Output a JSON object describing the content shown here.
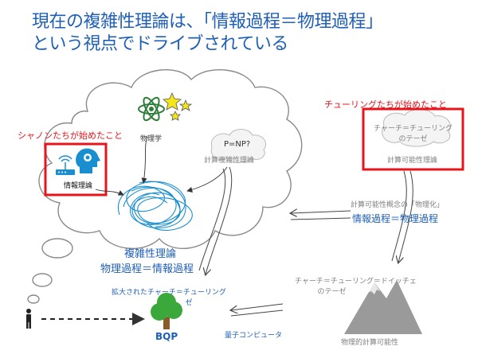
{
  "title": {
    "line1": "現在の複雑性理論は、「情報過程＝物理過程」",
    "line2": "という視点でドライブされている"
  },
  "labels": {
    "shannon": "シャノンたちが始めたこと",
    "turing": "チューリングたちが始めたこと",
    "physics": "物理学",
    "info_theory": "情報理論",
    "pnp": "P=NP?",
    "comp_complexity": "計算複雑性理論",
    "church_turing_line1": "チャーチ＝チューリング",
    "church_turing_line2": "のテーゼ",
    "computability": "計算可能性理論",
    "physicalization": "計算可能性概念の「物理化」",
    "info_eq_phys": "情報過程＝物理過程",
    "complexity_main": "複雑性理論",
    "phys_eq_info": "物理過程＝情報過程",
    "ext_ct_line1": "拡大されたチャーチ＝チューリング",
    "ext_ct_line2": "ゼ",
    "bqp": "BQP",
    "ctd_line1": "チャーチ＝チューリング＝ドイッチェ",
    "ctd_line2": "のテーゼ",
    "quantum_computer": "量子コンピュータ",
    "physical_computability": "物理的計算可能性"
  },
  "icons": {
    "atom": "atom-icon",
    "stars": "star-icon",
    "brain": "brain-head-icon",
    "wifi": "wifi-router-icon",
    "person": "person-icon",
    "tree": "tree-icon",
    "mountain": "mountain-icon",
    "cloud": "cloud-icon"
  },
  "colors": {
    "title_blue": "#1f5fb8",
    "highlight_red": "#e8141c",
    "tangle_blue": "#1a8fd0",
    "tree_green": "#3aa83a",
    "atom_green": "#2f7d3a",
    "star_yellow": "#f5e61a",
    "label_gray": "#7f7f7f"
  }
}
